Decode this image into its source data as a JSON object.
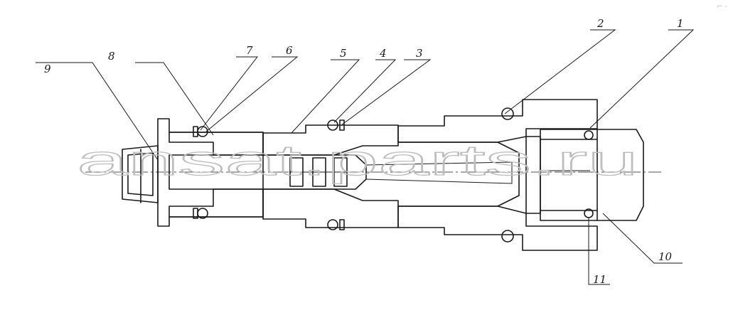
{
  "drawing": {
    "callouts": [
      "1",
      "2",
      "3",
      "4",
      "5",
      "6",
      "7",
      "8",
      "9",
      "10",
      "11"
    ]
  },
  "watermark": {
    "text": "ansat.parts.ru"
  },
  "corner_mark": {
    "text": "⌐ -"
  },
  "colors": {
    "line": "#1a1a1a",
    "watermark": "#bdbdbd",
    "background": "#ffffff"
  }
}
